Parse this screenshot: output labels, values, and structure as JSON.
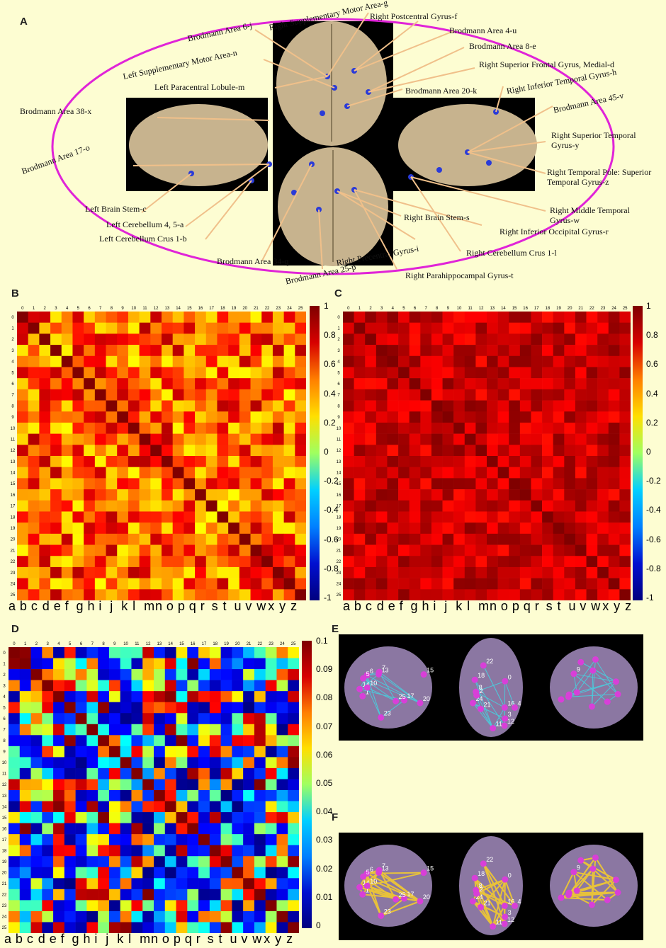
{
  "panels": {
    "A": "A",
    "B": "B",
    "C": "C",
    "D": "D",
    "E": "E",
    "F": "F"
  },
  "regions_left": [
    "Brodmann Area 6-j",
    "Left Supplementary Motor Area-n",
    "Left Paracentral Lobule-m",
    "Brodmann Area 38-x",
    "Brodmann Area 17-o",
    "Left Brain Stem-c",
    "Left Cerebellum 4, 5-a",
    "Left Cerebellum Crus 1-b",
    "Brodmann Area 34-q",
    "Brodmann Area 25-p"
  ],
  "regions_right": [
    "Right Supplementary Motor Area-g",
    "Right Postcentral Gyrus-f",
    "Brodmann Area 4-u",
    "Brodmann Area 8-e",
    "Right Superior Frontal Gyrus, Medial-d",
    "Brodmann Area 20-k",
    "Right Inferior Temporal Gyrus-h",
    "Brodmann Area 45-v",
    "Right Superior Temporal Gyrus-y",
    "Right Temporal Pole: Superior Temporal Gyrus-z",
    "Right Brain Stem-s",
    "Right Middle Temporal Gyrus-w",
    "Right Inferior Occipital Gyrus-r",
    "Right Cerebellum Crus 1-l",
    "Right Precentral Gyrus-i",
    "Right Parahippocampal Gyrus-t"
  ],
  "axis_letters": "abcdefghijklmnopqrstuvwxyz",
  "colorbar_BC": [
    "1",
    "0.8",
    "0.6",
    "0.4",
    "0.2",
    "0",
    "-0.2",
    "-0.4",
    "-0.6",
    "-0.8",
    "-1"
  ],
  "colorbar_D": [
    "0.1",
    "0.09",
    "0.08",
    "0.07",
    "0.06",
    "0.05",
    "0.04",
    "0.03",
    "0.02",
    "0.01",
    "0"
  ],
  "node_labels_E": [
    "14",
    "17",
    "1",
    "20",
    "6",
    "23",
    "13",
    "10",
    "7",
    "5",
    "25",
    "15",
    "16",
    "0",
    "24",
    "22",
    "12",
    "2",
    "18",
    "3",
    "21",
    "4",
    "11",
    "8",
    "9"
  ],
  "node_labels_F": [
    "14",
    "17",
    "1",
    "20",
    "6",
    "23",
    "13",
    "10",
    "7",
    "5",
    "25",
    "15",
    "16",
    "0",
    "24",
    "22",
    "12",
    "2",
    "18",
    "3",
    "21",
    "4",
    "11",
    "8",
    "9"
  ],
  "colors": {
    "background": "#fdfdd2",
    "ellipse": "#e024d8",
    "arrow": "#f0c08a",
    "edges_E": "#4fc6d8",
    "edges_F": "#e8c23a",
    "node": "#d83fd8"
  }
}
